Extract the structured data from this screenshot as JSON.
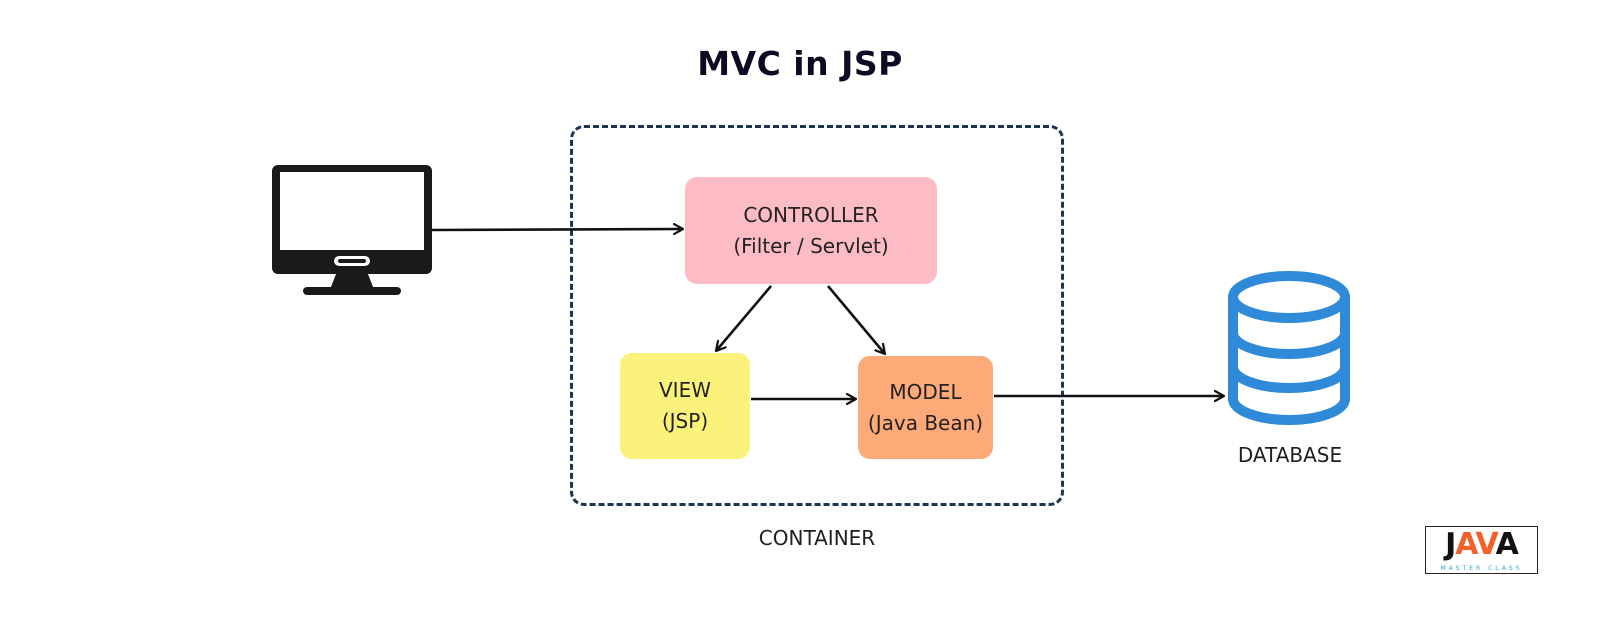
{
  "diagram": {
    "title": "MVC in JSP",
    "container_label": "CONTAINER",
    "nodes": {
      "controller": {
        "line1": "CONTROLLER",
        "line2": "(Filter / Servlet)"
      },
      "view": {
        "line1": "VIEW",
        "line2": "(JSP)"
      },
      "model": {
        "line1": "MODEL",
        "line2": "(Java Bean)"
      }
    },
    "database_label": "DATABASE",
    "icons": {
      "client": "monitor-icon",
      "database": "database-icon"
    },
    "edges": [
      {
        "from": "client",
        "to": "controller"
      },
      {
        "from": "controller",
        "to": "view"
      },
      {
        "from": "controller",
        "to": "model"
      },
      {
        "from": "view",
        "to": "model"
      },
      {
        "from": "model",
        "to": "database"
      }
    ],
    "colors": {
      "controller": "#fdbcc3",
      "view": "#fbf27c",
      "model": "#fea978",
      "database": "#2f8ad8",
      "container_border": "#1c3550"
    }
  },
  "logo": {
    "word": "JAVA",
    "subtitle": "MASTER CLASS"
  }
}
